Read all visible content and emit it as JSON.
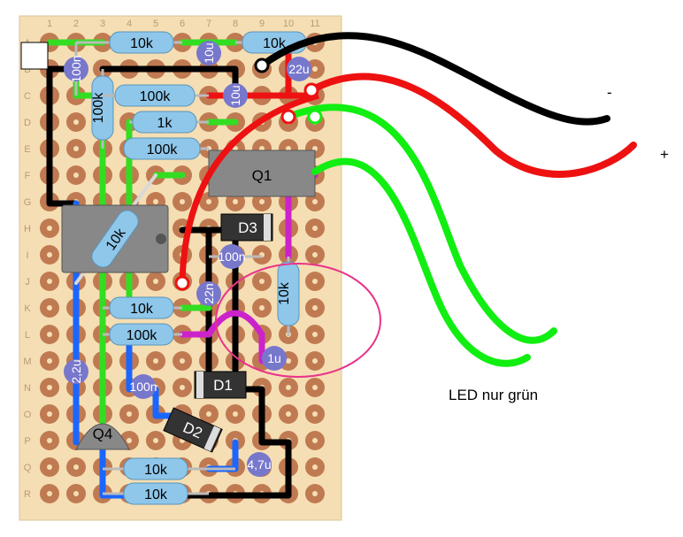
{
  "board": {
    "columns": [
      "1",
      "2",
      "3",
      "4",
      "5",
      "6",
      "7",
      "8",
      "9",
      "10",
      "11"
    ],
    "rows": [
      "A",
      "B",
      "C",
      "D",
      "E",
      "F",
      "G",
      "H",
      "I",
      "J",
      "K",
      "L",
      "M",
      "N",
      "O",
      "P",
      "Q",
      "R"
    ]
  },
  "colors": {
    "board": "#f5deb3",
    "pad": "#c07a52",
    "wire_green": "#33dd22",
    "wire_red": "#ee1111",
    "wire_black": "#000000",
    "wire_blue": "#1a66ff",
    "wire_magenta": "#cc22cc",
    "resistor": "#8fc7ea",
    "capacitor": "#7777cc",
    "ic": "#888888",
    "highlight": "#e8338a"
  },
  "resistors": [
    {
      "value": "10k",
      "name": "r-a-left"
    },
    {
      "value": "10k",
      "name": "r-a-right"
    },
    {
      "value": "100k",
      "name": "r-vertical-col3"
    },
    {
      "value": "100k",
      "name": "r-c"
    },
    {
      "value": "1k",
      "name": "r-d"
    },
    {
      "value": "100k",
      "name": "r-e"
    },
    {
      "value": "10k",
      "name": "r-diagonal"
    },
    {
      "value": "10k",
      "name": "r-vertical-col10"
    },
    {
      "value": "10k",
      "name": "r-k"
    },
    {
      "value": "100k",
      "name": "r-l"
    },
    {
      "value": "10k",
      "name": "r-q"
    },
    {
      "value": "10k",
      "name": "r-r"
    }
  ],
  "capacitors": [
    {
      "value": "100n",
      "name": "c-b-col2"
    },
    {
      "value": "10u",
      "name": "c-a-col7"
    },
    {
      "value": "22u",
      "name": "c-b-col10"
    },
    {
      "value": "10u",
      "name": "c-c-col8"
    },
    {
      "value": "100n",
      "name": "c-i-col8"
    },
    {
      "value": "22n",
      "name": "c-k-col7"
    },
    {
      "value": "1u",
      "name": "c-m-col9"
    },
    {
      "value": "2,2u",
      "name": "c-n-col2"
    },
    {
      "value": "100n",
      "name": "c-n-col5"
    },
    {
      "value": "4,7u",
      "name": "c-q-col9"
    }
  ],
  "devices": {
    "q1": "Q1",
    "q4": "Q4",
    "d1": "D1",
    "d2": "D2",
    "d3": "D3"
  },
  "wire_labels": {
    "minus": "-",
    "plus": "+",
    "note": "LED nur grün"
  }
}
